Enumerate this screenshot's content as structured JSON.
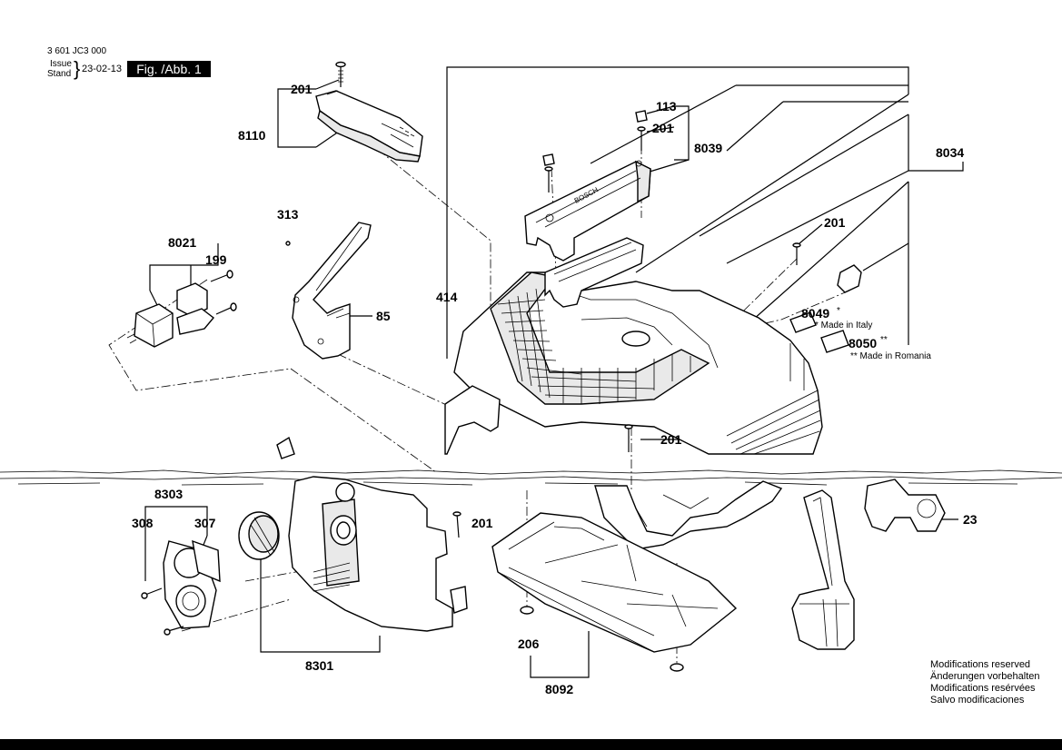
{
  "header": {
    "doc_number": "3 601 JC3 000",
    "issue_label": "Issue",
    "stand_label": "Stand",
    "date": "23-02-13",
    "figure": "Fig. /Abb. 1"
  },
  "labels": {
    "l201a": "201",
    "l8110": "8110",
    "l113": "113",
    "l201b": "201",
    "l8039": "8039",
    "l8034": "8034",
    "l313": "313",
    "l8021": "8021",
    "l199": "199",
    "l85": "85",
    "l414": "414",
    "l201c": "201",
    "l8049": "8049",
    "l8049_star": "*",
    "l8049_note": "* Made in Italy",
    "l8050": "8050",
    "l8050_star": "**",
    "l8050_note": "** Made in Romania",
    "l201d": "201",
    "l8303": "8303",
    "l308": "308",
    "l307": "307",
    "l201e": "201",
    "l23": "23",
    "l206": "206",
    "l8301": "8301",
    "l8092": "8092"
  },
  "footer": {
    "line1": "Modifications reserved",
    "line2": "Änderungen vorbehalten",
    "line3": "Modifications resérvées",
    "line4": "Salvo modificaciones"
  },
  "colors": {
    "ink": "#000000",
    "paper": "#ffffff",
    "shade": "#e9e9e9"
  },
  "brand_mark": "BOSCH"
}
